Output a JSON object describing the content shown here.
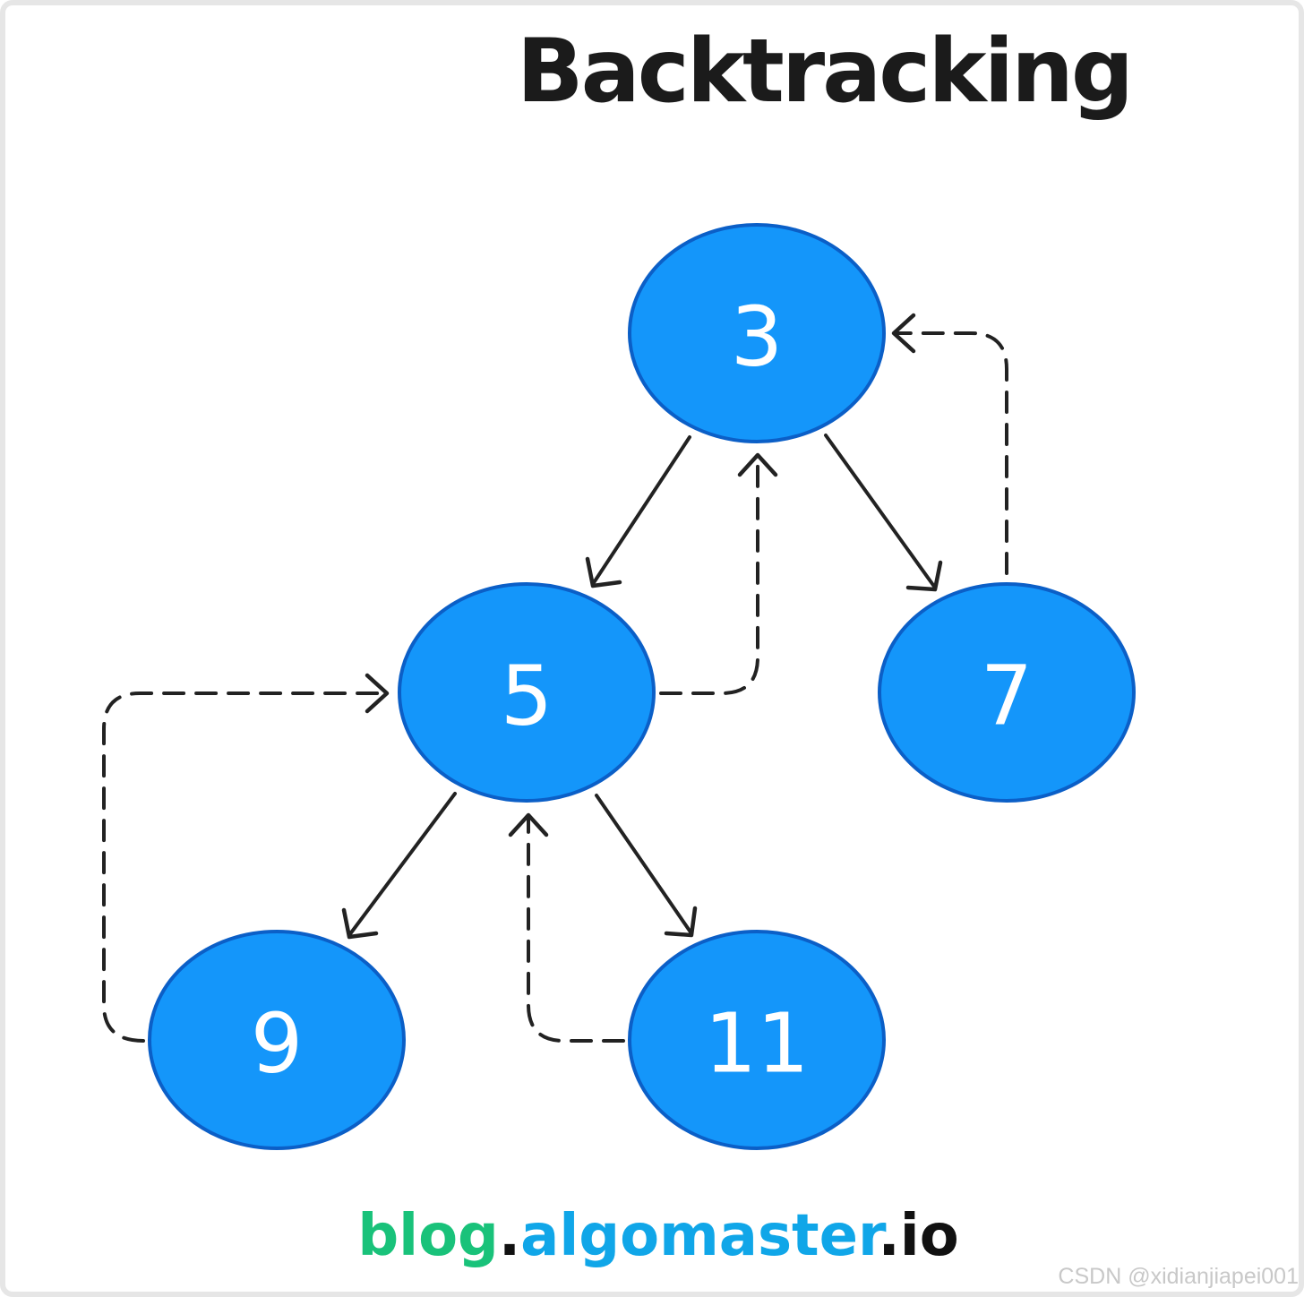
{
  "title": "Backtracking",
  "colors": {
    "node_fill": "#1496fa",
    "node_stroke": "#0b5fc7",
    "node_text": "#ffffff",
    "edge": "#222222",
    "title": "#1b1b1b",
    "footer_blog": "#19c27a",
    "footer_algomaster": "#10a6e8",
    "footer_io": "#111111"
  },
  "nodes": [
    {
      "id": "n3",
      "label": "3"
    },
    {
      "id": "n5",
      "label": "5"
    },
    {
      "id": "n7",
      "label": "7"
    },
    {
      "id": "n9",
      "label": "9"
    },
    {
      "id": "n11",
      "label": "11"
    }
  ],
  "edges": [
    {
      "from": "3",
      "to": "5",
      "style": "solid"
    },
    {
      "from": "3",
      "to": "7",
      "style": "solid"
    },
    {
      "from": "5",
      "to": "9",
      "style": "solid"
    },
    {
      "from": "5",
      "to": "11",
      "style": "solid"
    },
    {
      "from": "9",
      "to": "5",
      "style": "dashed"
    },
    {
      "from": "11",
      "to": "5",
      "style": "dashed"
    },
    {
      "from": "5",
      "to": "3",
      "style": "dashed"
    },
    {
      "from": "7",
      "to": "3",
      "style": "dashed"
    }
  ],
  "footer": {
    "blog": "blog",
    "dot1": ".",
    "algomaster": "algomaster",
    "dot2": ".",
    "io": "io"
  },
  "watermark": "CSDN @xidianjiapei001"
}
